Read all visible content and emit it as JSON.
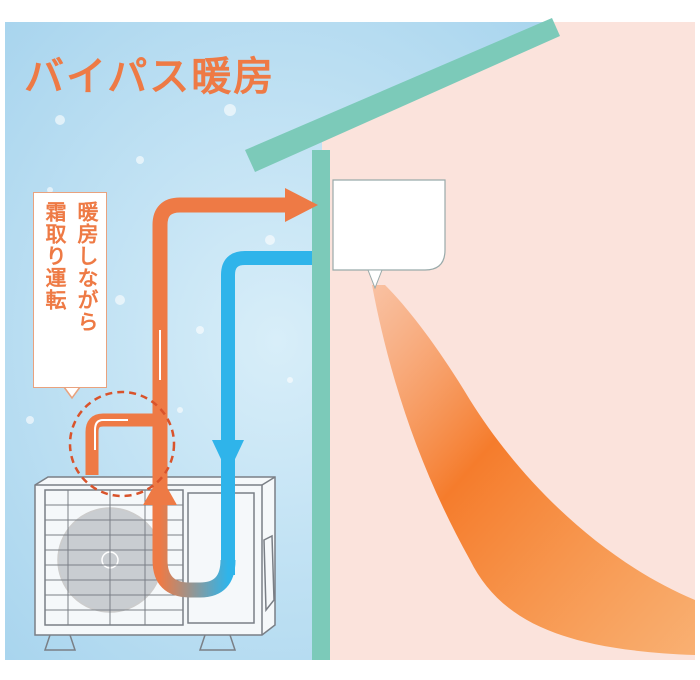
{
  "title": "バイパス暖房",
  "callout": {
    "line1": "暖房しながら",
    "line2": "霜取り運転"
  },
  "colors": {
    "accent_orange": "#ee7a45",
    "refrigerant_blue": "#2fb4ea",
    "wall_teal": "#7ccab9",
    "sky": "#bfe1f2",
    "interior": "#fbe3dc"
  }
}
